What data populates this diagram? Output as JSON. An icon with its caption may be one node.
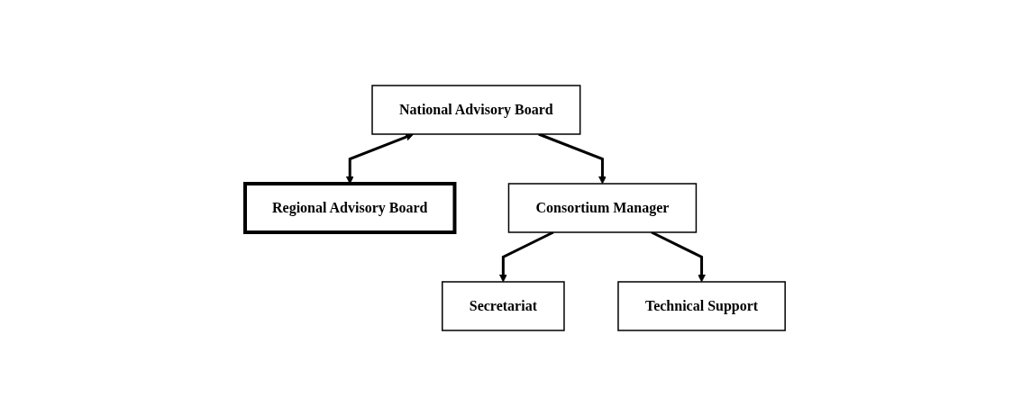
{
  "diagram": {
    "nodes": [
      {
        "text": [
          "National Advisory Board"
        ]
      },
      {
        "text": [
          "Regional Advisory Board"
        ]
      },
      {
        "text": [
          "Consortium Manager"
        ]
      },
      {
        "text": [
          "Secretariat"
        ]
      },
      {
        "text": [
          "Technical Support"
        ]
      }
    ],
    "edges": [
      {
        "from": 0,
        "to": 1,
        "arrow": "both"
      },
      {
        "from": 0,
        "to": 2,
        "arrow": "to"
      },
      {
        "from": 2,
        "to": 3,
        "arrow": "to"
      },
      {
        "from": 2,
        "to": 4,
        "arrow": "to"
      }
    ]
  }
}
